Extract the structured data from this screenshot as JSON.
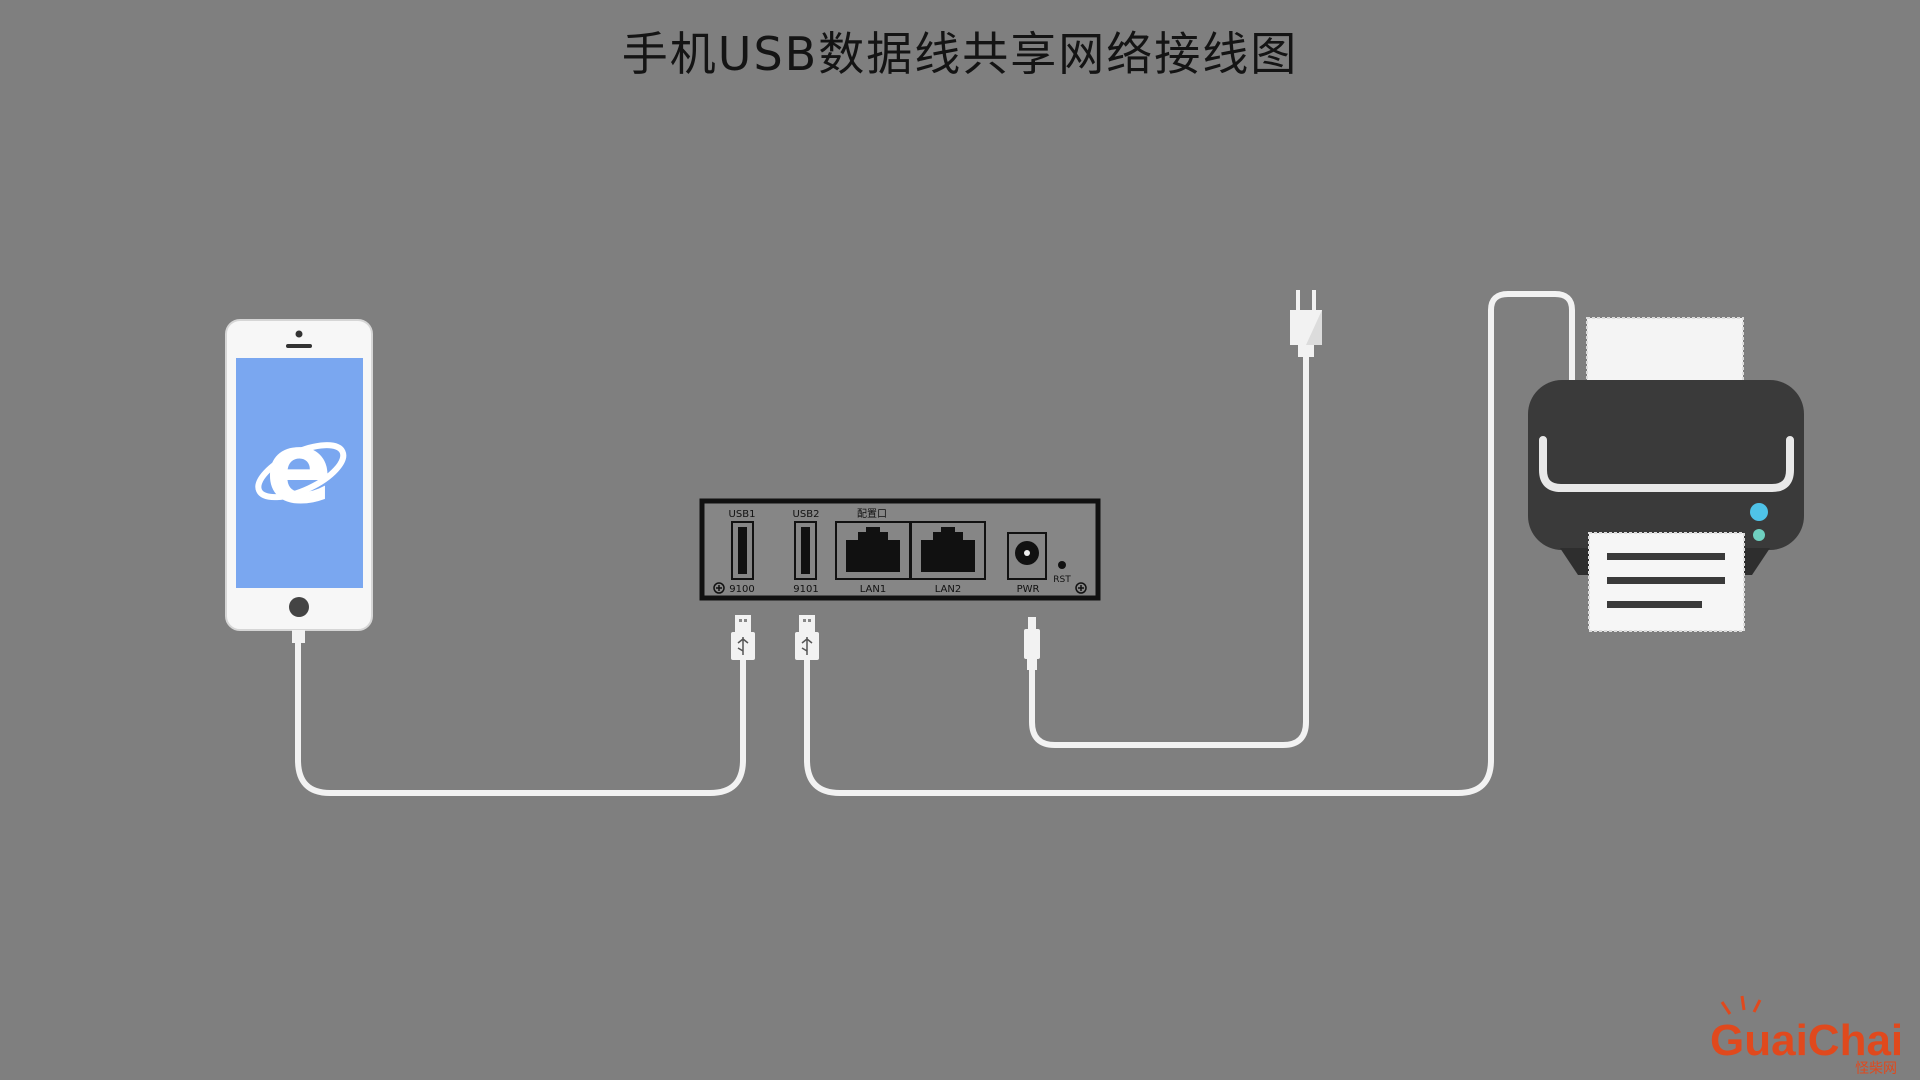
{
  "title": "手机USB数据线共享网络接线图",
  "device": {
    "ports": {
      "usb1_top": "USB1",
      "usb1_bottom": "9100",
      "usb2_top": "USB2",
      "usb2_bottom": "9101",
      "config_port": "配置口",
      "lan1": "LAN1",
      "lan2": "LAN2",
      "pwr": "PWR",
      "rst": "RST"
    }
  },
  "icons": {
    "phone": "smartphone-icon",
    "browser": "internet-explorer-icon",
    "plug": "power-plug-icon",
    "printer": "printer-icon",
    "usb": "usb-connector-icon"
  },
  "colors": {
    "background": "#7f7f7f",
    "cable": "#f2f2f2",
    "device_body": "#868686",
    "device_border": "#111111",
    "phone_screen": "#7aa7f0",
    "printer_body": "#3a3a3a",
    "printer_led_1": "#4fc3e8",
    "printer_led_2": "#6fd0c0",
    "watermark": "#e0491d"
  },
  "watermark": {
    "brand": "GuaiChai",
    "sub": "怪柴网"
  }
}
